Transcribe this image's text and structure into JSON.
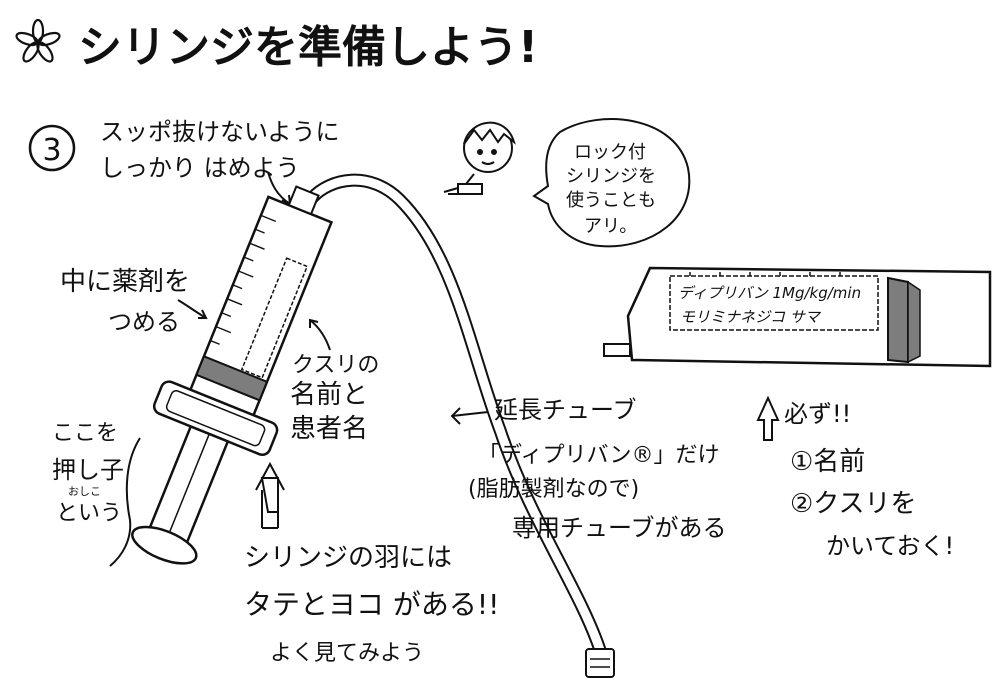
{
  "title": "シリンジを準備しよう!",
  "step_number": "3",
  "notes": {
    "tip": [
      "スッポ抜けないように",
      "しっかり はめよう"
    ],
    "fill": [
      "中に薬剤を",
      "つめる"
    ],
    "label_note": [
      "クスリの",
      "名前と",
      "患者名"
    ],
    "plunger": [
      "ここを",
      "押し子",
      "おしこ",
      "という"
    ],
    "wings": [
      "シリンジの羽には",
      "タテとヨコ がある!!",
      "よく見てみよう"
    ],
    "tube_title": "延長チューブ",
    "tube_desc": [
      "「ディプリバン®」だけ",
      "(脂肪製剤なので)",
      "専用チューブがある"
    ],
    "speech": [
      "ロック付",
      "シリンジを",
      "使うことも",
      "アリ。"
    ],
    "required": [
      "必ず!!",
      "①名前",
      "②クスリを",
      "かいておく!"
    ]
  },
  "syringe_label": {
    "line1": "ディプリバン 1Mg/kg/min",
    "line2": "モリミナネジコ サマ"
  },
  "colors": {
    "ink": "#111111",
    "gray": "#7d7d7d",
    "paper": "#ffffff"
  },
  "icons": [
    "flower-icon",
    "arrow-up-icon",
    "syringe-illustration",
    "nurse-character"
  ]
}
